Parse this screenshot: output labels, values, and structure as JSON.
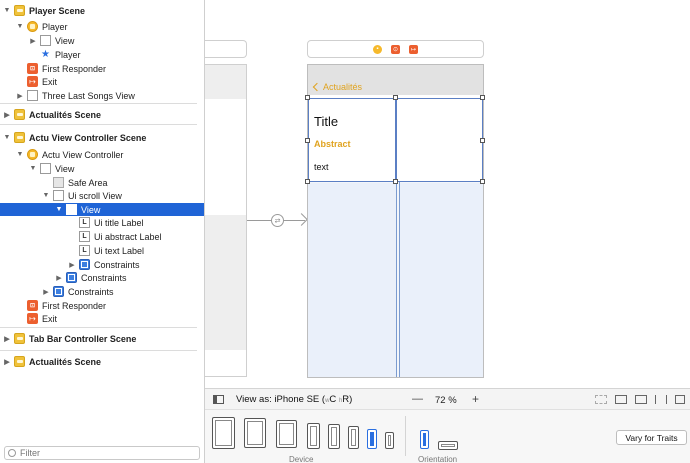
{
  "outline": {
    "items": [
      {
        "label": "Player Scene",
        "icon": "folder-icon",
        "disclosure": "open",
        "bold": true
      },
      {
        "label": "Player",
        "icon": "view-controller-icon",
        "disclosure": "open"
      },
      {
        "label": "View",
        "icon": "view-icon",
        "disclosure": "closed"
      },
      {
        "label": "Player",
        "icon": "star-icon",
        "disclosure": "none"
      },
      {
        "label": "First Responder",
        "icon": "first-responder-icon",
        "disclosure": "none"
      },
      {
        "label": "Exit",
        "icon": "exit-icon",
        "disclosure": "none"
      },
      {
        "label": "Three Last Songs View",
        "icon": "view-icon",
        "disclosure": "closed"
      },
      {
        "label": "Actualités Scene",
        "icon": "folder-icon",
        "disclosure": "closed",
        "bold": true
      },
      {
        "label": "Actu View Controller Scene",
        "icon": "folder-icon",
        "disclosure": "open",
        "bold": true
      },
      {
        "label": "Actu View Controller",
        "icon": "view-controller-icon",
        "disclosure": "open"
      },
      {
        "label": "View",
        "icon": "view-icon",
        "disclosure": "open"
      },
      {
        "label": "Safe Area",
        "icon": "safe-area-icon",
        "disclosure": "none"
      },
      {
        "label": "Ui scroll View",
        "icon": "view-icon",
        "disclosure": "open"
      },
      {
        "label": "View",
        "icon": "view-icon",
        "disclosure": "open",
        "selected": true
      },
      {
        "label": "Ui title Label",
        "icon": "label-icon",
        "disclosure": "none"
      },
      {
        "label": "Ui abstract Label",
        "icon": "label-icon",
        "disclosure": "none"
      },
      {
        "label": "Ui text Label",
        "icon": "label-icon",
        "disclosure": "none"
      },
      {
        "label": "Constraints",
        "icon": "constraints-icon",
        "disclosure": "closed"
      },
      {
        "label": "Constraints",
        "icon": "constraints-icon",
        "disclosure": "closed"
      },
      {
        "label": "Constraints",
        "icon": "constraints-icon",
        "disclosure": "closed"
      },
      {
        "label": "First Responder",
        "icon": "first-responder-icon",
        "disclosure": "none"
      },
      {
        "label": "Exit",
        "icon": "exit-icon",
        "disclosure": "none"
      },
      {
        "label": "Tab Bar Controller Scene",
        "icon": "folder-icon",
        "disclosure": "closed",
        "bold": true
      },
      {
        "label": "Actualités Scene",
        "icon": "folder-icon",
        "disclosure": "closed",
        "bold": true
      }
    ],
    "filter_placeholder": "Filter"
  },
  "canvas": {
    "back_button_label": "Actualités",
    "title_label": "Title",
    "abstract_label": "Abstract",
    "text_label": "text"
  },
  "toolbar": {
    "view_as_label": "View as: iPhone SE (",
    "size_class_w": "w",
    "size_class_c": "C",
    "size_class_h": "h",
    "size_class_r": "R)",
    "zoom_minus": "—",
    "zoom_value": "72 %",
    "zoom_plus": "+",
    "device_caption": "Device",
    "orientation_caption": "Orientation",
    "vary_button": "Vary for Traits"
  },
  "colors": {
    "selection": "#1f64d6",
    "accent_orange": "#e0a31f",
    "selected_device": "#2a6fe0"
  }
}
